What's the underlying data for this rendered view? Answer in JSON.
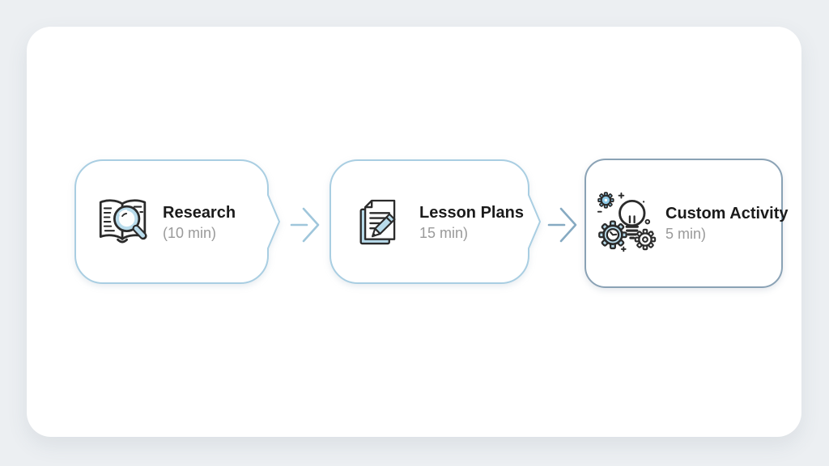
{
  "flow": {
    "steps": [
      {
        "title": "Research",
        "duration": "(10 min)",
        "icon": "book-magnifier-icon"
      },
      {
        "title": "Lesson Plans",
        "duration": "15 min)",
        "icon": "document-pencil-icon"
      },
      {
        "title": "Custom Activity",
        "duration": "5 min)",
        "icon": "lightbulb-gears-icon"
      }
    ],
    "arrows": [
      "arrow-right-icon",
      "arrow-right-icon"
    ]
  },
  "colors": {
    "page_background": "#eceff2",
    "card_background": "#ffffff",
    "bubble_border": "#a9cee2",
    "final_box_border": "#8aa2b5",
    "arrow_first": "#9fc6db",
    "arrow_second": "#86aac2",
    "title_text": "#1b1b1b",
    "duration_text": "#9a9a9a",
    "icon_outline": "#2b2b2b",
    "icon_accent": "#b9dcec"
  }
}
